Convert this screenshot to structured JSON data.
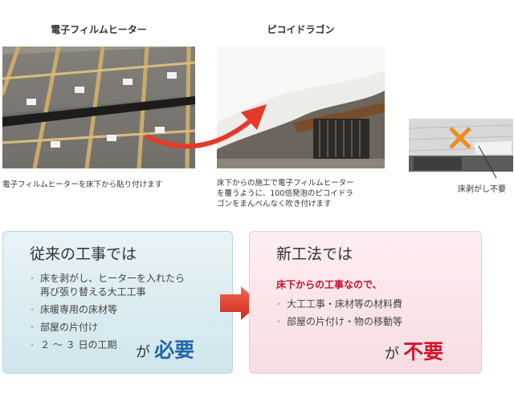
{
  "photos": [
    {
      "title": "電子フィルムヒーター",
      "caption": "電子フィルムヒーターを床下から貼り付けます"
    },
    {
      "title": "ピコイドラゴン",
      "caption_lines": [
        "床下からの施工で電子フィルムヒーター",
        "を覆うように、100倍発泡のピコイドラ",
        "ゴンをまんべんなく吹き付けます"
      ]
    },
    {
      "caption": "床剥がし不要"
    }
  ],
  "conventional": {
    "title": "従来の工事では",
    "items": [
      "床を剥がし、ヒーターを入れたら",
      "再び張り替える大工工事",
      "床暖専用の床材等",
      "部屋の片付け",
      "２ ～ ３ 日の工期"
    ],
    "ga": "が",
    "verdict": "必要"
  },
  "new_method": {
    "title": "新工法では",
    "lead": "床下からの工事なので、",
    "items": [
      "大工工事・床材等の材料費",
      "部屋の片付け・物の移動等"
    ],
    "ga": "が",
    "verdict": "不要"
  },
  "colors": {
    "verdict_blue": "#2167a8",
    "verdict_red": "#d4142c",
    "arrow_red": "#e43a2a"
  }
}
